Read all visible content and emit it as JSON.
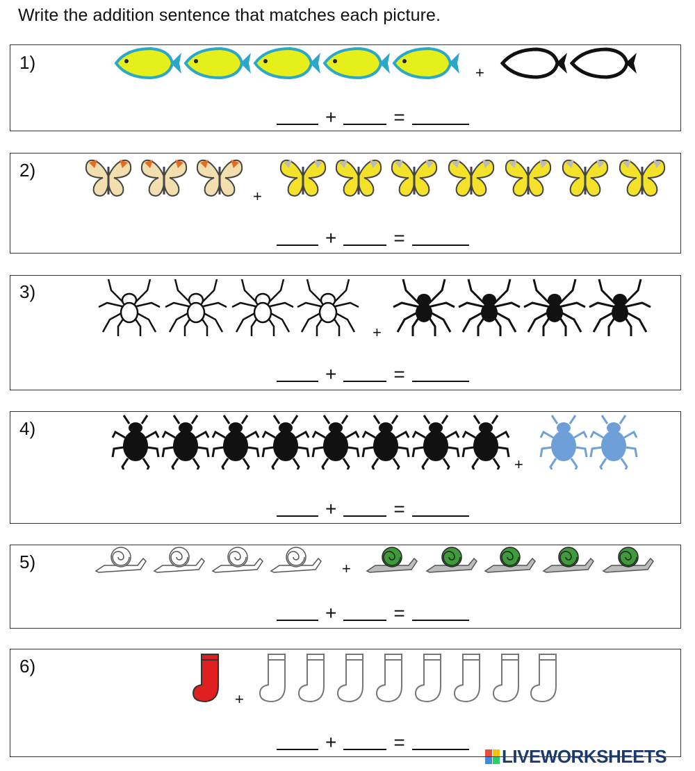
{
  "instruction": "Write the addition sentence that matches each picture.",
  "problems": [
    {
      "number": "1)",
      "plus": "+",
      "first": {
        "item": "fish-icon",
        "count": 5,
        "color": "#e6ef1a"
      },
      "second": {
        "item": "fish-icon",
        "count": 2,
        "color": "#ffffff"
      }
    },
    {
      "number": "2)",
      "plus": "+",
      "first": {
        "item": "butterfly-icon",
        "count": 3,
        "color": "#f1dfb0"
      },
      "second": {
        "item": "butterfly-icon",
        "count": 7,
        "color": "#f4e12a"
      }
    },
    {
      "number": "3)",
      "plus": "+",
      "first": {
        "item": "spider-icon",
        "count": 4,
        "color": "#ffffff"
      },
      "second": {
        "item": "spider-icon",
        "count": 4,
        "color": "#111111"
      }
    },
    {
      "number": "4)",
      "plus": "+",
      "first": {
        "item": "beetle-icon",
        "count": 8,
        "color": "#111111"
      },
      "second": {
        "item": "beetle-icon",
        "count": 2,
        "color": "#6f9fd8"
      }
    },
    {
      "number": "5)",
      "plus": "+",
      "first": {
        "item": "snail-icon",
        "count": 4,
        "color": "#ffffff"
      },
      "second": {
        "item": "snail-icon",
        "count": 5,
        "color": "#3e9a3a"
      }
    },
    {
      "number": "6)",
      "plus": "+",
      "first": {
        "item": "sock-icon",
        "count": 1,
        "color": "#e02020"
      },
      "second": {
        "item": "sock-icon",
        "count": 8,
        "color": "#ffffff"
      }
    }
  ],
  "equation": {
    "plus": "+",
    "equals": "="
  },
  "brand": "LIVEWORKSHEETS"
}
